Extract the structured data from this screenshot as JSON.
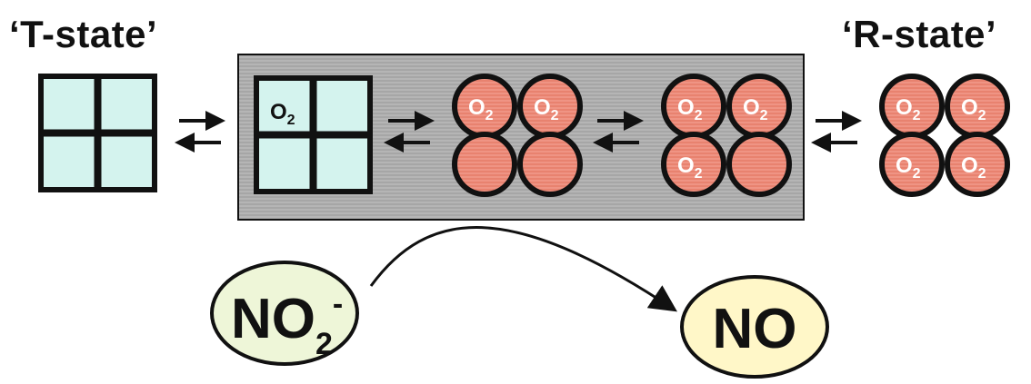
{
  "labels": {
    "t_state": "‘T-state’",
    "r_state": "‘R-state’"
  },
  "o2": {
    "base": "O",
    "sub": "2"
  },
  "molecules": {
    "nitrite_base": "NO",
    "nitrite_sub": "2",
    "nitrite_charge": "-",
    "nitric_oxide": "NO"
  },
  "colors": {
    "t_subunit_fill": "#d4f3ee",
    "r_subunit_fill": "#ec8c7b",
    "outline": "#111111",
    "intermediate_box": "#aaaaaa",
    "nitrite_fill": "#eef6d8",
    "nitric_oxide_fill": "#fff7c8"
  },
  "icons": [
    "equilibrium-arrows-icon",
    "curved-reaction-arrow-icon"
  ]
}
